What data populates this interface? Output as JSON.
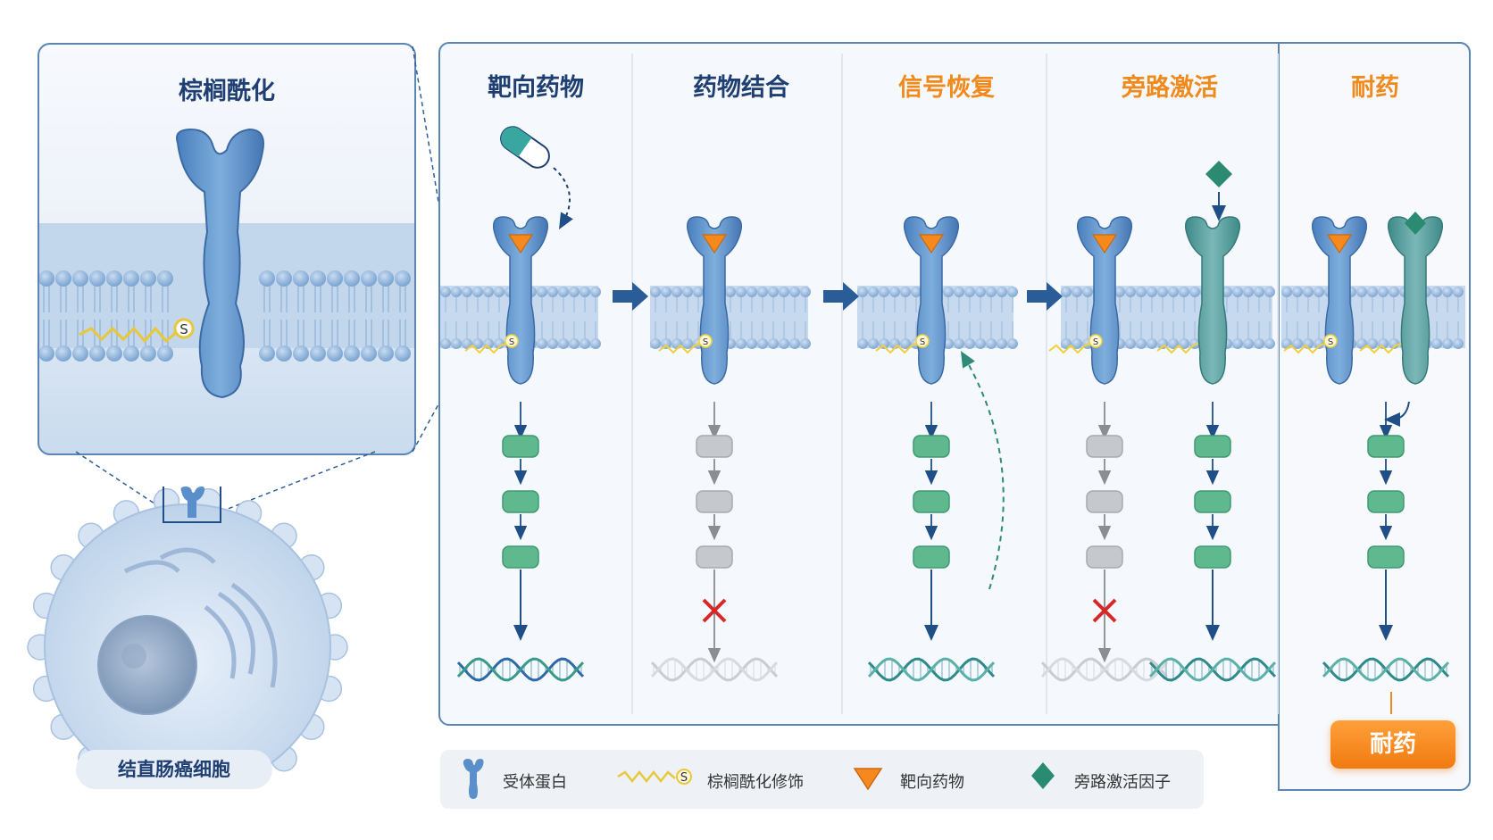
{
  "zoom_panel": {
    "title": "棕榈酰化"
  },
  "cell": {
    "label": "结直肠癌细胞"
  },
  "stages": [
    {
      "title": "靶向药物",
      "color": "#1f3f73"
    },
    {
      "title": "药物结合",
      "color": "#1f3f73"
    },
    {
      "title": "信号恢复",
      "color": "#f08a1c"
    },
    {
      "title": "旁路激活",
      "color": "#f08a1c"
    },
    {
      "title": "耐药",
      "color": "#f08a1c"
    }
  ],
  "protein_symbol": "S",
  "result_badge": {
    "label": "耐药"
  },
  "legend": {
    "items": [
      {
        "label": "受体蛋白",
        "icon": "receptor-icon"
      },
      {
        "label": "棕榈酰化修饰",
        "icon": "palmitoyl-icon",
        "symbol": "S"
      },
      {
        "label": "靶向药物",
        "icon": "drug-triangle-icon"
      },
      {
        "label": "旁路激活因子",
        "icon": "bypass-diamond-icon"
      }
    ]
  },
  "colors": {
    "receptor": "#5b8fcb",
    "bypass_receptor": "#4f9a9a",
    "drug": "#f5891e",
    "active_node": "#5fb88e",
    "inactive_node": "#c5c8cc",
    "arrow": "#1f4f86",
    "block": "#d62828",
    "lipid": "#f2d03b"
  }
}
